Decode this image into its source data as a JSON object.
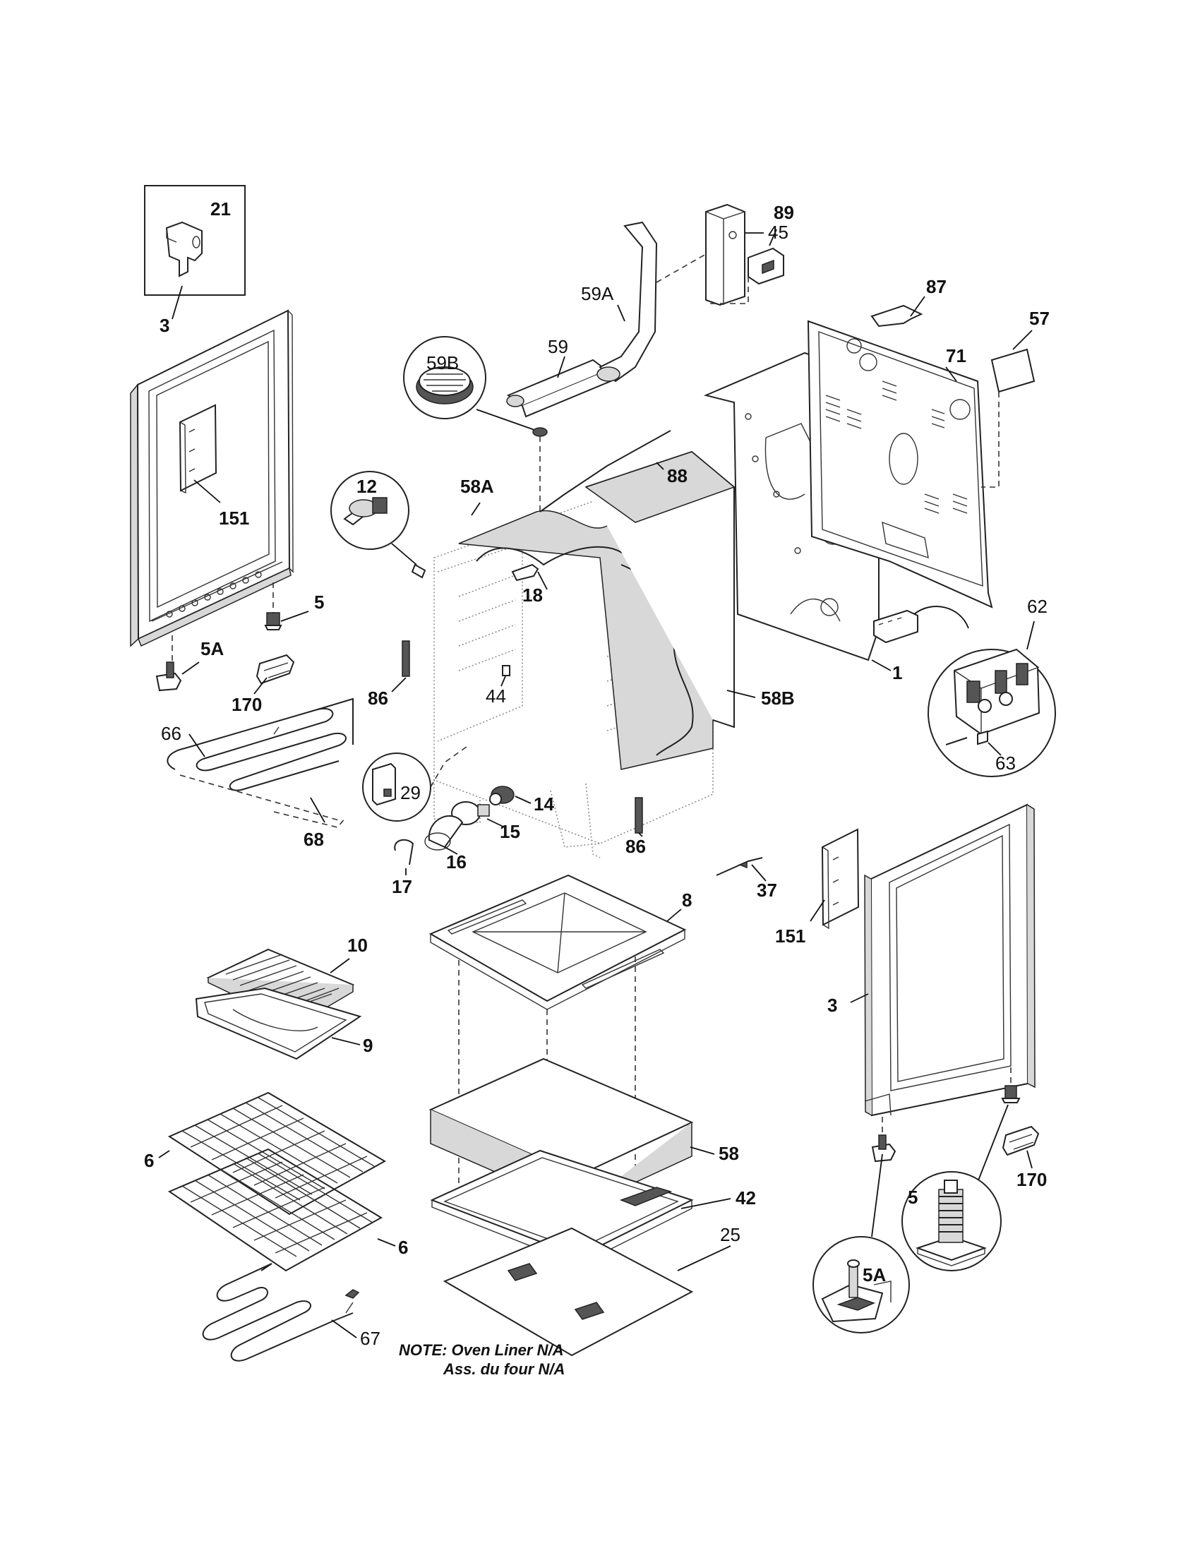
{
  "diagram": {
    "labels": {
      "l21": "21",
      "l3a": "3",
      "l151a": "151",
      "l5a": "5",
      "l5Aa": "5A",
      "l170a": "170",
      "l66": "66",
      "l68": "68",
      "l12": "12",
      "l58A": "58A",
      "l18": "18",
      "l86a": "86",
      "l44": "44",
      "l29": "29",
      "l14": "14",
      "l15": "15",
      "l16": "16",
      "l17": "17",
      "l86b": "86",
      "l59B": "59B",
      "l59": "59",
      "l59A": "59A",
      "l45": "45",
      "l88": "88",
      "l89": "89",
      "l87": "87",
      "l71": "71",
      "l57": "57",
      "l58B": "58B",
      "l1": "1",
      "l62": "62",
      "l63": "63",
      "l37": "37",
      "l151b": "151",
      "l3b": "3",
      "l8": "8",
      "l10": "10",
      "l9": "9",
      "l6a": "6",
      "l6b": "6",
      "l58": "58",
      "l42": "42",
      "l25": "25",
      "l67": "67",
      "l170b": "170",
      "l5b": "5",
      "l5Ab": "5A"
    },
    "note": {
      "line1": "NOTE: Oven Liner N/A",
      "line2": "Ass. du four N/A"
    }
  }
}
